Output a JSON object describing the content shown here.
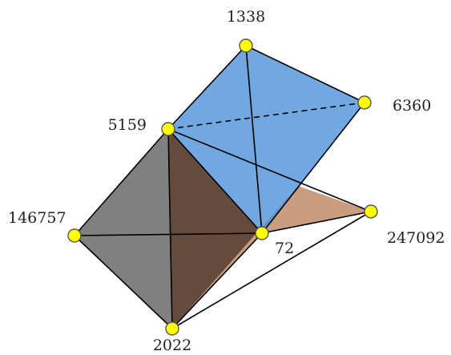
{
  "diagram": {
    "labels": {
      "n1338": "1338",
      "n6360": "6360",
      "n5159": "5159",
      "n146757": "146757",
      "n247092": "247092",
      "n72": "72",
      "n2022": "2022"
    },
    "colors": {
      "gray_face": "#808080",
      "dark_brown_face": "#654b3b",
      "tan_face": "#c99d7f",
      "blue_face": "#4a90d9",
      "vertex": "#ffff00"
    }
  }
}
